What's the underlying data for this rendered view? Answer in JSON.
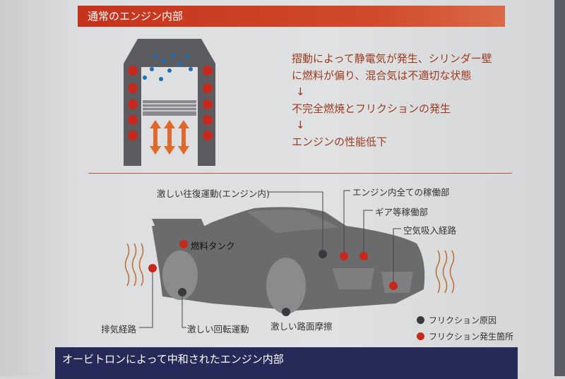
{
  "header": {
    "title": "通常のエンジン内部"
  },
  "description": {
    "line1": "摺動によって静電気が発生、シリンダー壁",
    "line2": "に燃料が偏り、混合気は不適切な状態",
    "arrow1": "↓",
    "line3": "不完全燃焼とフリクションの発生",
    "arrow2": "↓",
    "line4": "エンジンの性能低下"
  },
  "car_labels": {
    "reciprocating": "激しい往復運動(エンジン内)",
    "engine_parts": "エンジン内全ての稼働部",
    "gear": "ギア等稼働部",
    "air_intake": "空気吸入経路",
    "fuel_tank": "燃料タンク",
    "exhaust": "排気経路",
    "rotation": "激しい回転運動",
    "road": "激しい路面摩擦"
  },
  "legend": {
    "cause": "フリクション原因",
    "occurrence": "フリクション発生箇所"
  },
  "colors": {
    "cause": "#3a3a3e",
    "occurrence": "#c8281c",
    "accent": "#c4331d",
    "navy": "#262a58"
  },
  "footer": {
    "title": "オービトロンによって中和されたエンジン内部"
  }
}
